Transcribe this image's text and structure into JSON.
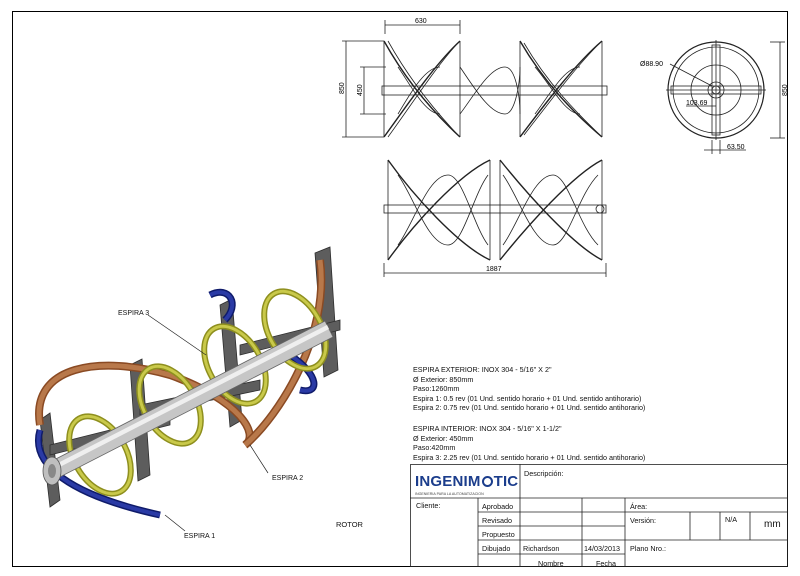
{
  "dimensions": {
    "top_length": "630",
    "outer_diameter": "850",
    "inner_diameter": "450",
    "shaft_diameter": "Ø88.90",
    "hub_dim": "103.69",
    "tab_dim": "63.50",
    "end_diameter": "850",
    "total_length": "1887"
  },
  "callouts": {
    "espira1": "ESPIRA 1",
    "espira2": "ESPIRA 2",
    "espira3": "ESPIRA 3",
    "rotor": "ROTOR"
  },
  "spec_exterior": [
    "ESPIRA EXTERIOR: INOX 304 - 5/16\" X 2\"",
    "Ø Exterior: 850mm",
    "Paso:1260mm",
    "Espira 1: 0.5 rev (01 Und. sentido horario + 01 Und. sentido antihorario)",
    "Espira 2: 0.75 rev  (01 Und. sentido horario + 01 Und. sentido antihorario)"
  ],
  "spec_interior": [
    "ESPIRA INTERIOR: INOX 304 - 5/16\" X 1-1/2\"",
    "Ø Exterior: 450mm",
    "Paso:420mm",
    "Espira 3: 2.25 rev  (01 Und. sentido horario + 01 Und. sentido antihorario)"
  ],
  "title_block": {
    "logo_left": "INGENIM",
    "logo_right": "TIC",
    "logo_tagline": "INGENIERIA PARA LA AUTOMATIZACION",
    "descripcion_label": "Descripción:",
    "cliente_label": "Cliente:",
    "aprobado": "Aprobado",
    "revisado": "Revisado",
    "propuesto": "Propuesto",
    "dibujado": "Dibujado",
    "dibujado_name": "Richardson",
    "dibujado_date": "14/03/2013",
    "nombre_label": "Nombre",
    "fecha_label": "Fecha",
    "area_label": "Área:",
    "version_label": "Versión:",
    "version_value": "N/A",
    "units": "mm",
    "plano_label": "Plano Nro.:"
  },
  "colors": {
    "espira_exterior_1": "#1a2b8f",
    "espira_exterior_2": "#b06a3b",
    "espira_interior_3": "#b7b836",
    "shaft": "#c9c9c9",
    "arms": "#5a5a5a"
  }
}
